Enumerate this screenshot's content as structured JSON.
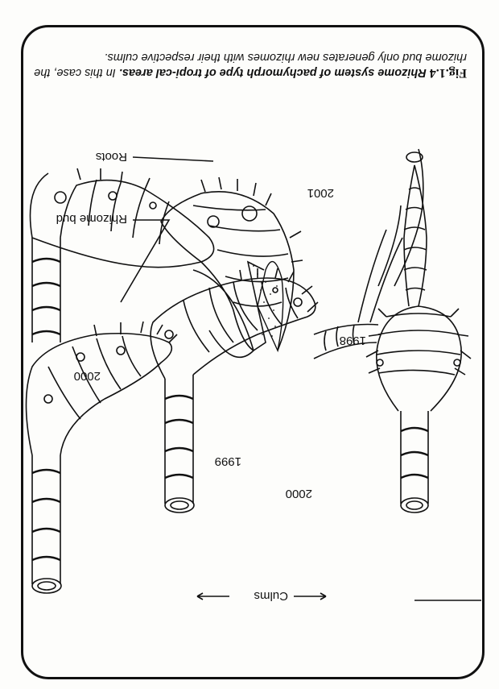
{
  "figure": {
    "number": "Fig.1.4",
    "title": "Rhizome system of pachymorph type of tropi-cal areas.",
    "caption_rest": "In this case, the rhizome bud only generates new rhizomes with their respective culms."
  },
  "labels": {
    "culms": "Culms",
    "year_1998": "1998",
    "year_1999": "1999",
    "year_2000_left": "2000",
    "year_2000_right": "2000",
    "year_2001": "2001",
    "rhizome_bud": "Rhizome bud",
    "roots": "Roots"
  }
}
